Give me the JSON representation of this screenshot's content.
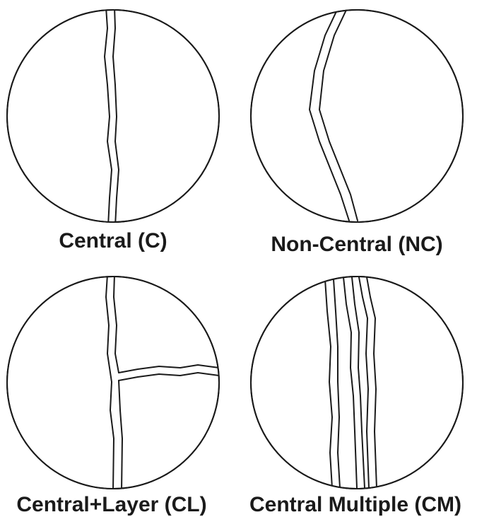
{
  "panels": [
    {
      "id": "c",
      "label": "Central (C)"
    },
    {
      "id": "nc",
      "label": "Non-Central (NC)"
    },
    {
      "id": "cl",
      "label": "Central+Layer (CL)"
    },
    {
      "id": "cm",
      "label": "Central Multiple (CM)"
    }
  ]
}
